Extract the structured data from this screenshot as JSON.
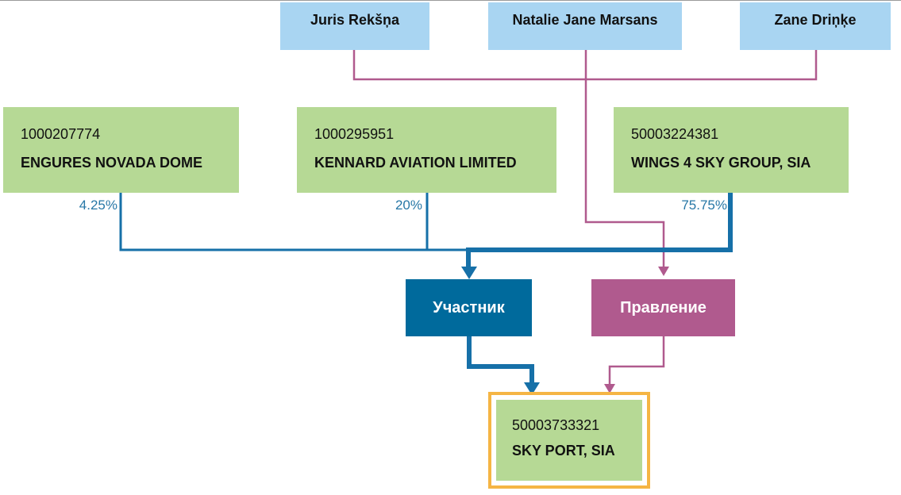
{
  "people": [
    {
      "name": "Juris Rekšņa"
    },
    {
      "name": "Natalie Jane Marsans"
    },
    {
      "name": "Zane Driņķe"
    }
  ],
  "shareholders": [
    {
      "code": "1000207774",
      "name": "ENGURES NOVADA DOME",
      "share": "4.25%"
    },
    {
      "code": "1000295951",
      "name": "KENNARD AVIATION LIMITED",
      "share": "20%"
    },
    {
      "code": "50003224381",
      "name": "WINGS 4 SKY GROUP, SIA",
      "share": "75.75%"
    }
  ],
  "roles": {
    "participant": "Участник",
    "board": "Правление"
  },
  "target": {
    "code": "50003733321",
    "name": "SKY PORT, SIA"
  },
  "colors": {
    "person_fill": "#a9d5f2",
    "company_fill": "#b6d995",
    "participant_fill": "#006a9c",
    "board_fill": "#b05a8e",
    "ownership_line": "#1670a8",
    "board_line": "#b05a8e",
    "target_border": "#f5b544",
    "percent_text": "#2777a6"
  }
}
